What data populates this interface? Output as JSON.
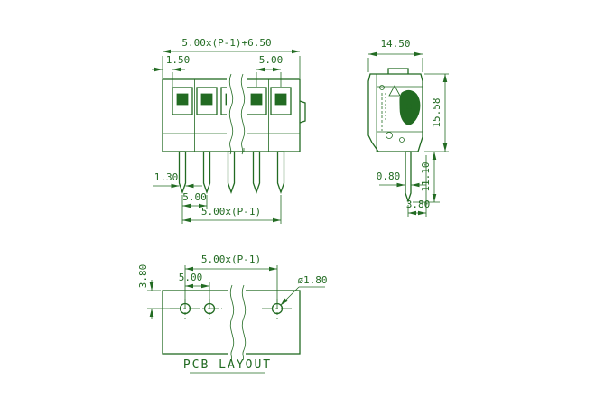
{
  "colors": {
    "line": "#226b22",
    "background": "#ffffff"
  },
  "views": {
    "front": {
      "dims": {
        "total_width": "5.00x(P-1)+6.50",
        "edge_offset": "1.50",
        "pitch_top": "5.00",
        "pin_width": "1.30",
        "pin_pitch": "5.00",
        "pin_span": "5.00x(P-1)"
      }
    },
    "side": {
      "dims": {
        "depth": "14.50",
        "height": "15.58",
        "pin_length": "11.10",
        "pin_thickness": "0.80",
        "pin_offset": "3.80"
      }
    },
    "pcb": {
      "dims": {
        "hole_span": "5.00x(P-1)",
        "hole_pitch": "5.00",
        "row_offset": "3.80",
        "hole_diameter": "ø1.80"
      },
      "caption": "PCB LAYOUT"
    }
  }
}
